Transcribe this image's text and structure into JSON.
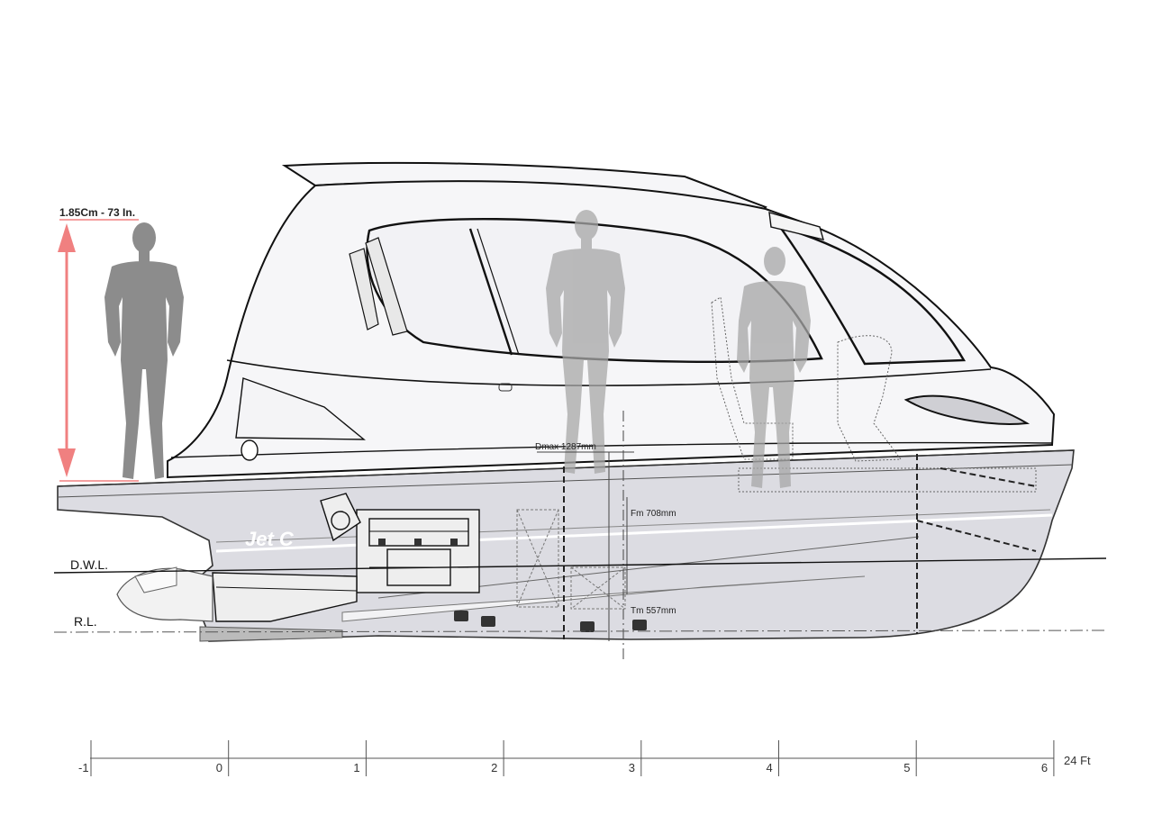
{
  "height_dimension": {
    "label": "1.85Cm - 73 In.",
    "arrow_color": "#f08080"
  },
  "waterlines": {
    "dwl_label": "D.W.L.",
    "rl_label": "R.L."
  },
  "dimensions": {
    "dmax": "Dmax 1287mm",
    "fm": "Fm 708mm",
    "tm": "Tm 557mm"
  },
  "hull_text": "Jet C",
  "scale": {
    "ticks": [
      "-1",
      "0",
      "1",
      "2",
      "3",
      "4",
      "5",
      "6"
    ],
    "unit_label": "24 Ft"
  },
  "colors": {
    "hull": "#dcdce2",
    "silhouette": "#8c8c8c",
    "line": "#111111"
  }
}
